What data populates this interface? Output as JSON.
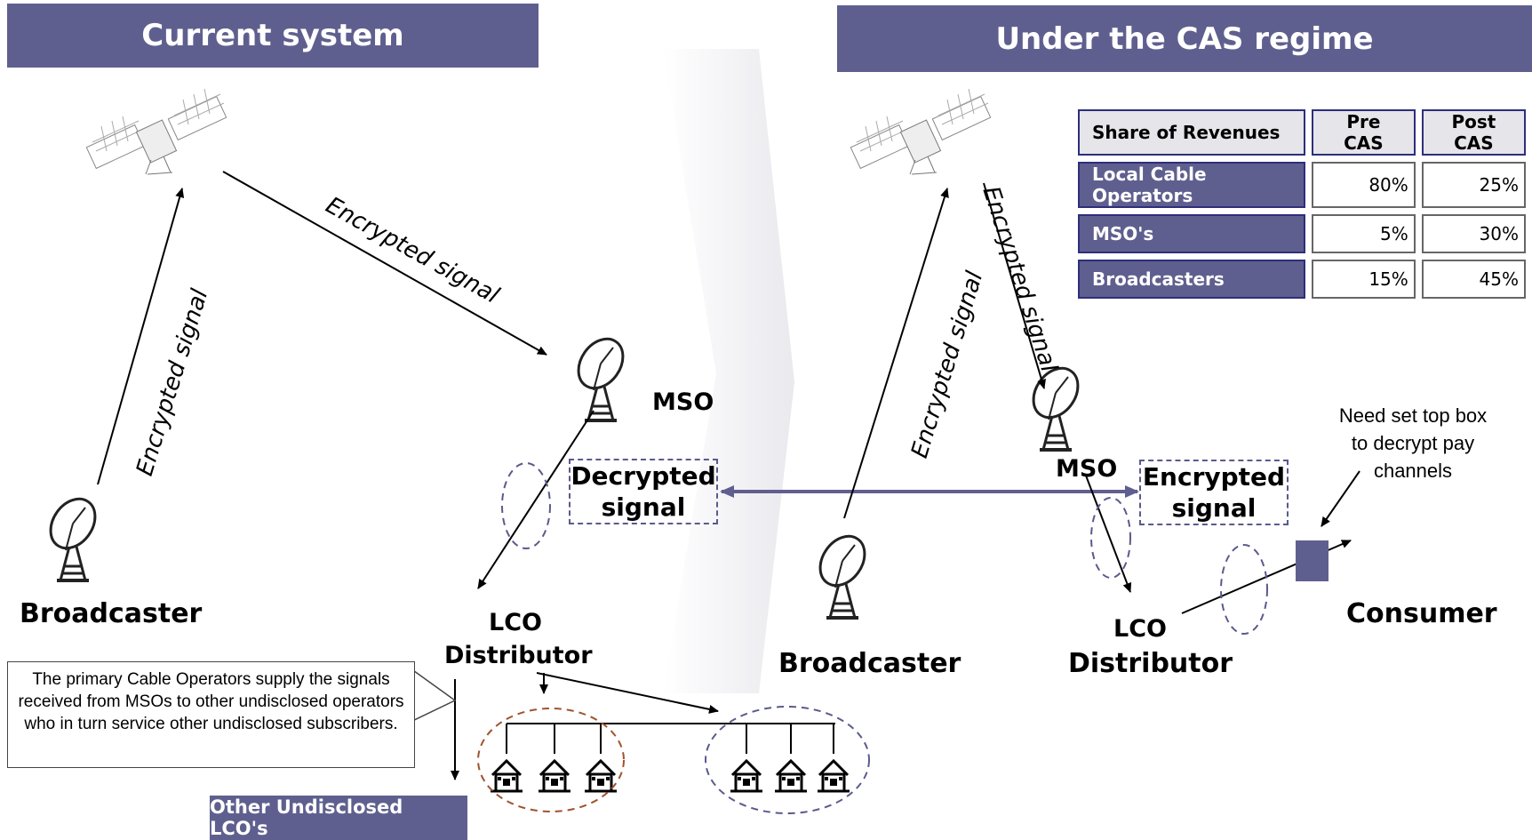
{
  "left": {
    "header": "Current system",
    "encrypted_up": "Encrypted signal",
    "encrypted_down": "Encrypted signal",
    "mso": "MSO",
    "decrypted_line1": "Decrypted",
    "decrypted_line2": "signal",
    "broadcaster": "Broadcaster",
    "lco": "LCO",
    "distributor": "Distributor",
    "callout": "The primary Cable Operators supply the signals received from MSOs to other undisclosed operators who in turn service other undisclosed subscribers.",
    "other_lcos": "Other Undisclosed LCO's"
  },
  "right": {
    "header": "Under the CAS regime",
    "encrypted_up": "Encrypted signal",
    "encrypted_down": "Encrypted signal",
    "mso": "MSO",
    "encrypted_line1": "Encrypted",
    "encrypted_line2": "signal",
    "broadcaster": "Broadcaster",
    "lco": "LCO",
    "distributor": "Distributor",
    "consumer": "Consumer",
    "note_line1": "Need set top box",
    "note_line2": "to decrypt pay",
    "note_line3": "channels"
  },
  "table": {
    "headers": [
      "Share of Revenues",
      "Pre CAS",
      "Post CAS"
    ],
    "rows": [
      {
        "label": "Local Cable Operators",
        "pre": "80%",
        "post": "25%"
      },
      {
        "label": "MSO's",
        "pre": "5%",
        "post": "30%"
      },
      {
        "label": "Broadcasters",
        "pre": "15%",
        "post": "45%"
      }
    ]
  },
  "colors": {
    "header_bg": "#5f5f8f",
    "dashed_purple": "#5a5a8c",
    "dashed_red": "#a0522d"
  }
}
